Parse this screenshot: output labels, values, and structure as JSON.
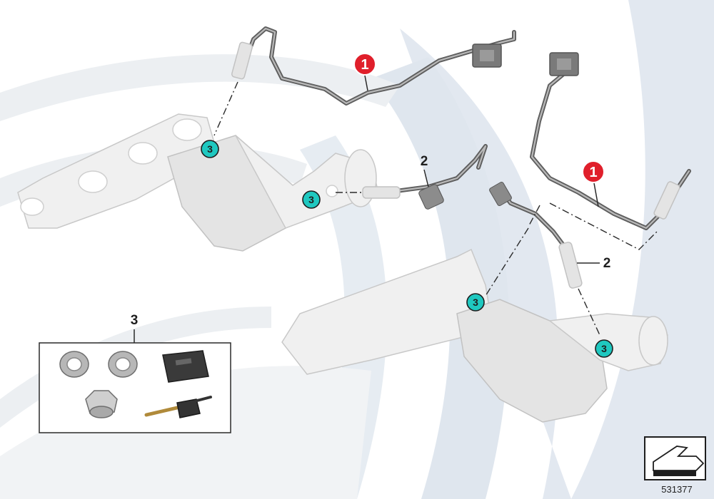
{
  "callouts": {
    "lambda_sensor_top": "1",
    "lambda_sensor_right": "1",
    "sensor_left": "2",
    "sensor_right": "2",
    "kit": "3",
    "port_a": "3",
    "port_b": "3",
    "port_c": "3",
    "port_d": "3"
  },
  "reference_number": "531377",
  "colors": {
    "callout_red": "#e01f2b",
    "callout_teal": "#1fc8c0",
    "background_swoosh": "#dfe6ee"
  },
  "icons": [
    "arrow-nav-icon"
  ]
}
